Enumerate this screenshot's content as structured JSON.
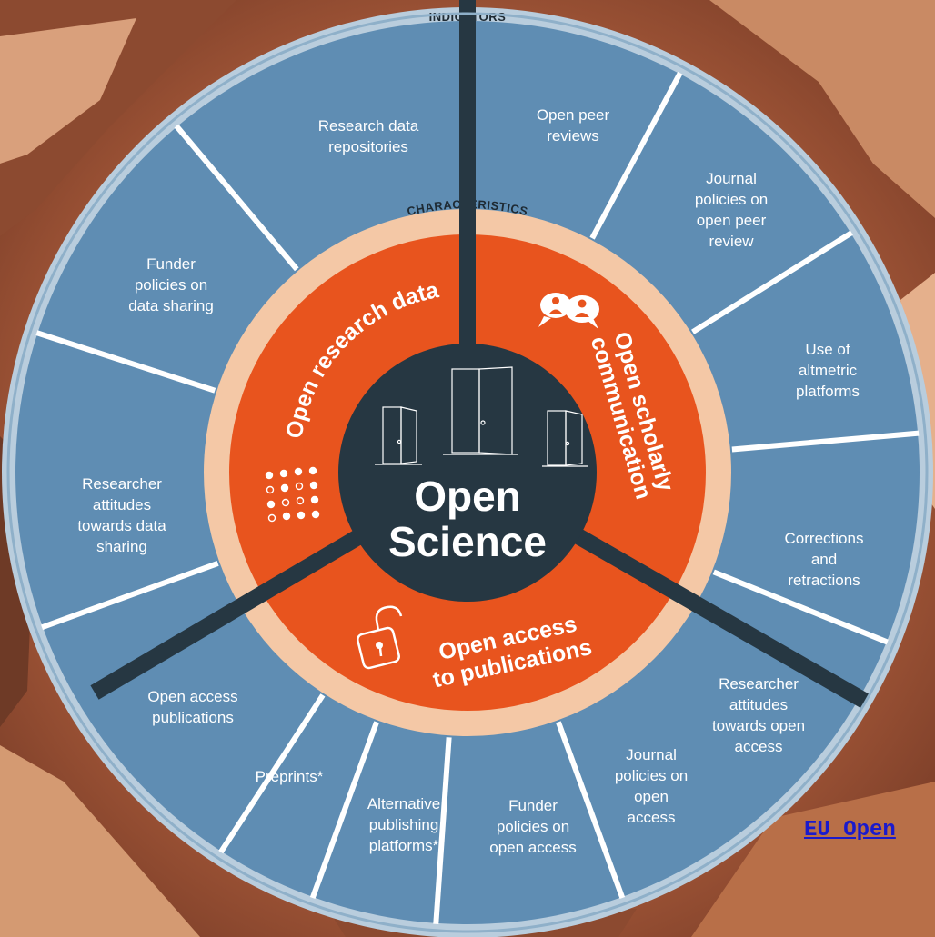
{
  "header": {
    "indicators_label": "INDICATORS"
  },
  "characteristics_label": "CHARACTERISTICS",
  "center": {
    "line1": "Open",
    "line2": "Science"
  },
  "segments": [
    {
      "title": "Open research data",
      "icon": "data-dots-icon"
    },
    {
      "title_line1": "Open scholarly",
      "title_line2": "communication",
      "icon": "people-discussion-icon"
    },
    {
      "title_line1": "Open access",
      "title_line2": "to publications",
      "icon": "open-padlock-icon"
    }
  ],
  "indicators": [
    {
      "lines": [
        "Open peer",
        "reviews"
      ]
    },
    {
      "lines": [
        "Journal",
        "policies on",
        "open peer",
        "review"
      ]
    },
    {
      "lines": [
        "Use of",
        "altmetric",
        "platforms"
      ]
    },
    {
      "lines": [
        "Corrections",
        "and",
        "retractions"
      ]
    },
    {
      "lines": [
        "Researcher",
        "attitudes",
        "towards open",
        "access"
      ]
    },
    {
      "lines": [
        "Journal",
        "policies on",
        "open",
        "access"
      ]
    },
    {
      "lines": [
        "Funder",
        "policies on",
        "open access"
      ]
    },
    {
      "lines": [
        "Alternative",
        "publishing",
        "platforms*"
      ]
    },
    {
      "lines": [
        "Preprints*"
      ]
    },
    {
      "lines": [
        "Open access",
        "publications"
      ]
    },
    {
      "lines": [
        "Researcher",
        "attitudes",
        "towards data",
        "sharing"
      ]
    },
    {
      "lines": [
        "Funder",
        "policies on",
        "data sharing"
      ]
    },
    {
      "lines": [
        "Research data",
        "repositories"
      ]
    }
  ],
  "link": {
    "text": "EU Open"
  },
  "colors": {
    "outer_ring": "#5f8db3",
    "rim": "#b9cddd",
    "inner_ring": "#f4c8a6",
    "segment": "#e8541e",
    "core": "#263742",
    "background": "#5a2a1a"
  }
}
